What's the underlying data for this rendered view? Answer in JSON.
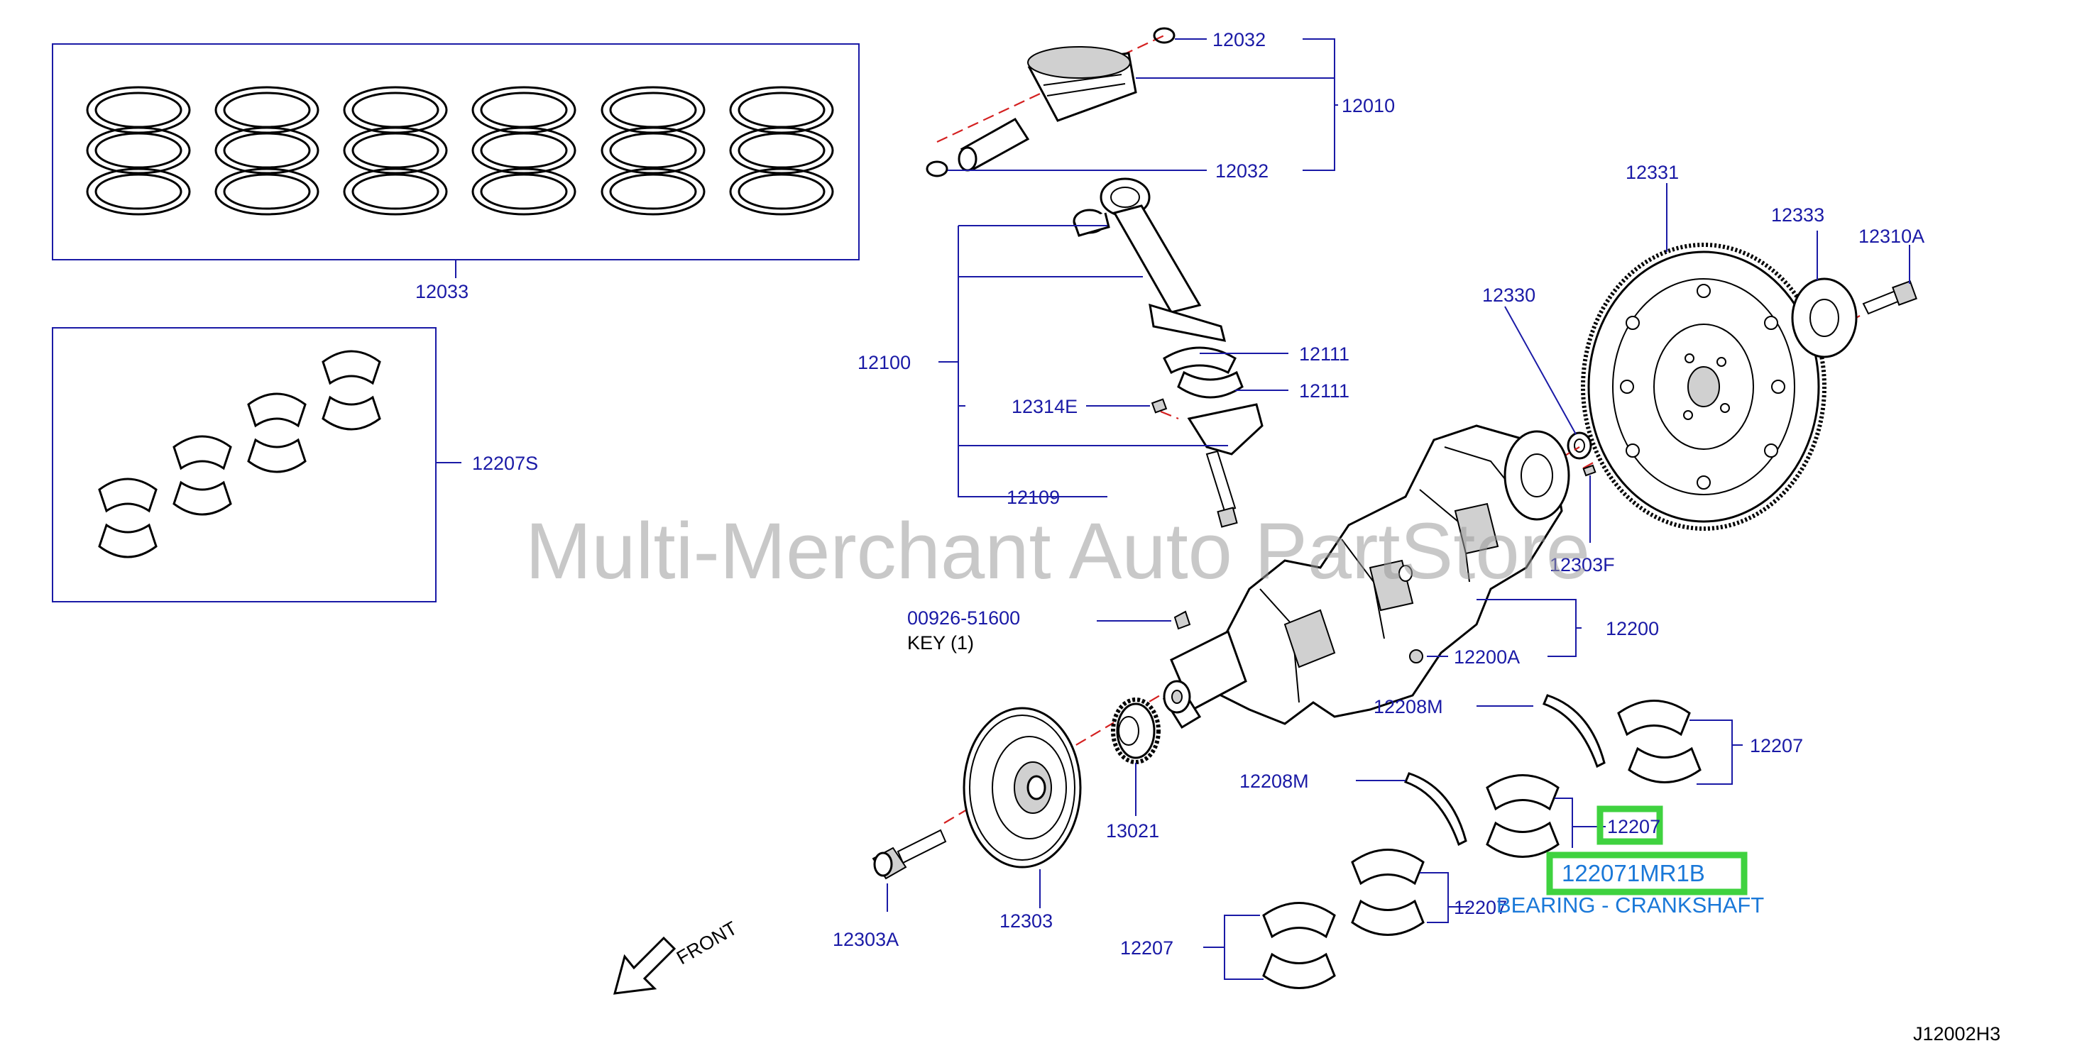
{
  "labels": {
    "l12032a": "12032",
    "l12010": "12010",
    "l12032b": "12032",
    "l12033": "12033",
    "l12331": "12331",
    "l12333": "12333",
    "l12310A": "12310A",
    "l12330": "12330",
    "l12100": "12100",
    "l12111a": "12111",
    "l12111b": "12111",
    "l12314E": "12314E",
    "l12109": "12109",
    "l12207S": "12207S",
    "l12303F": "12303F",
    "l00926": "00926-51600",
    "lKey": "KEY   (1)",
    "l12200": "12200",
    "l12200A": "12200A",
    "l12208Ma": "12208M",
    "l12207a": "12207",
    "l12208Mb": "12208M",
    "l12207hl": "12207",
    "l13021": "13021",
    "l12303A": "12303A",
    "l12303": "12303",
    "l12207c": "12207",
    "l12207d": "12207",
    "lFront": "FRONT",
    "lCode": "J12002H3"
  },
  "highlight": {
    "part_number": "122071MR1B",
    "description": "BEARING - CRANKSHAFT"
  },
  "watermark": "Multi-Merchant Auto PartStore",
  "colors": {
    "callout": "#1a1aa6",
    "centerline": "#d42020",
    "highlight": "#3fd23f",
    "highlight_text": "#1a78d8"
  }
}
